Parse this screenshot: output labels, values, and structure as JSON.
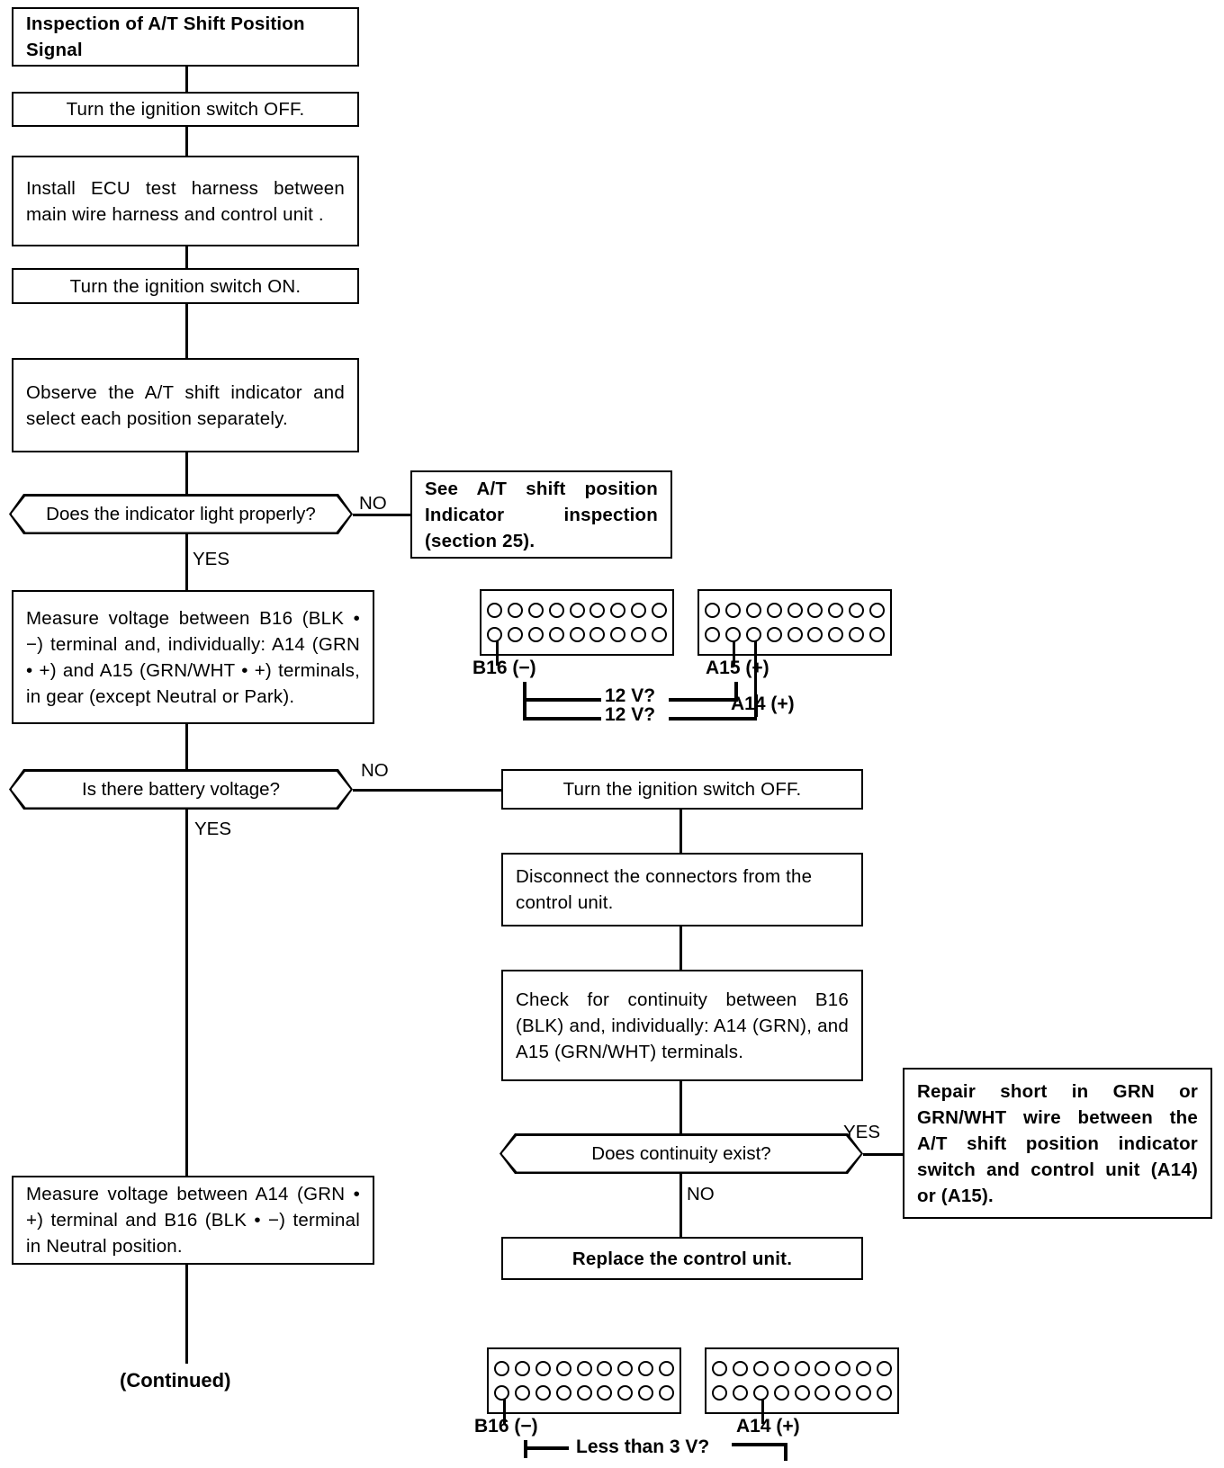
{
  "diagram": {
    "title": "Inspection of A/T Shift Position Signal",
    "continued_label": "(Continued)"
  },
  "nodes": {
    "n1_title": "Inspection of A/T Shift Position Signal",
    "n2_ign_off": "Turn the ignition switch OFF.",
    "n3_install": "Install ECU test harness between main wire harness and control unit .",
    "n4_ign_on": "Turn the ignition switch ON.",
    "n5_observe": "Observe the A/T shift indicator and select each position separately.",
    "d1_indicator": "Does the indicator light properly?",
    "n6_see_section": "See A/T shift position Indicator   inspection (section 25).",
    "n7_measure_b16": "Measure voltage between B16 (BLK • −) terminal and, individually: A14 (GRN • +) and A15 (GRN/WHT • +) terminals, in gear (except Neutral or Park).",
    "d2_battery": "Is there battery voltage?",
    "n8_ign_off2": "Turn the ignition switch OFF.",
    "n9_disconnect": "Disconnect the connectors from the control unit.",
    "n10_continuity": "Check for continuity between B16 (BLK) and, individually: A14 (GRN), and A15 (GRN/WHT) terminals.",
    "d3_continuity": "Does continuity exist?",
    "n11_repair": "Repair short in GRN or GRN/WHT wire between the A/T shift position indicator switch and control unit (A14) or (A15).",
    "n12_replace": "Replace the control unit.",
    "n13_measure_a14": "Measure voltage between A14 (GRN • +) terminal and B16 (BLK • −) terminal in Neutral position."
  },
  "branches": {
    "b1_no": "NO",
    "b1_yes": "YES",
    "b2_no": "NO",
    "b2_yes": "YES",
    "b3_yes": "YES",
    "b3_no": "NO"
  },
  "connector_top": {
    "left_connector": {
      "rows": 2,
      "pins_per_row": 9,
      "name": "connector-b"
    },
    "right_connector": {
      "rows": 2,
      "pins_per_row": 9,
      "name": "connector-a"
    },
    "labels": {
      "b16": "B16 (−)",
      "a15": "A15 (+)",
      "a14": "A14 (+)",
      "volt_1": "12 V?",
      "volt_2": "12 V?"
    }
  },
  "connector_bottom": {
    "left_connector": {
      "rows": 2,
      "pins_per_row": 9,
      "name": "connector-b"
    },
    "right_connector": {
      "rows": 2,
      "pins_per_row": 9,
      "name": "connector-a"
    },
    "labels": {
      "b16": "B16 (−)",
      "a14": "A14 (+)",
      "volt": "Less than 3 V?"
    }
  },
  "colors": {
    "line": "#000000",
    "background": "#ffffff"
  }
}
